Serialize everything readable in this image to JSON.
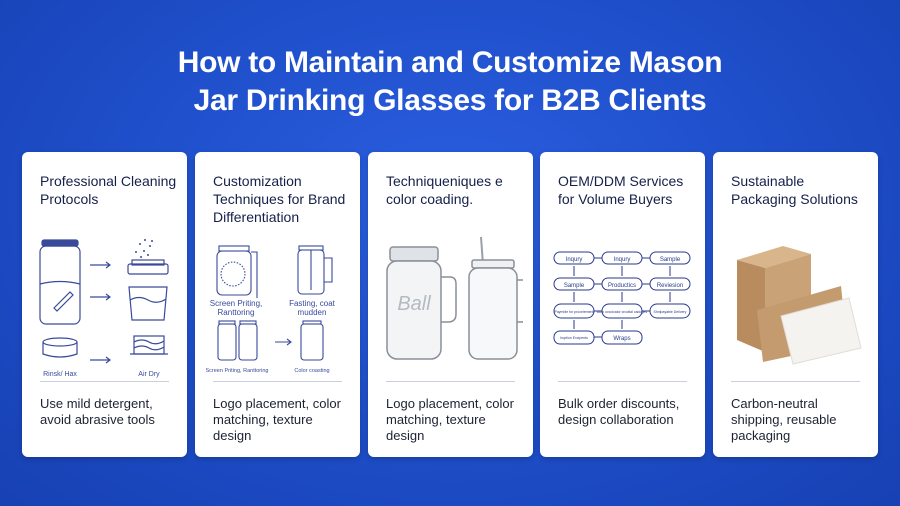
{
  "title": {
    "line1": "How to Maintain and Customize Mason",
    "line2": "Jar Drinking Glasses for B2B Clients"
  },
  "cards": [
    {
      "heading": "Professional Cleaning Protocols",
      "description": "Use mild detergent, avoid abrasive tools",
      "labels": [
        "Rinsk/ Hax",
        "Air Dry"
      ]
    },
    {
      "heading": "Customization Techniques for Brand Differentiation",
      "description": "Logo placement, color matching, texture design",
      "labels": [
        "Screen Priting, Ranttoring",
        "Fasting, coat mudden",
        "Screen Priting, Ranttoring",
        "Color coasting"
      ]
    },
    {
      "heading": "Techniqueniques e color coading.",
      "description": "Logo placement, color matching, texture design",
      "labels": [
        "Ball"
      ]
    },
    {
      "heading": "OEM/DDM Services for Volume Buyers",
      "description": "Bulk order discounts, design collaboration",
      "labels": [
        "Inqury",
        "Inqury",
        "Sample",
        "Sample",
        "Productics",
        "Reviesion",
        "Paymble for procelement",
        "Auto ovccicalor crootlal cadoges",
        "Shnipayable Delivery",
        "Inqrtion Excipents",
        "Wraps"
      ]
    },
    {
      "heading": "Sustainable Packaging Solutions",
      "description": "Carbon-neutral shipping, reusable packaging",
      "labels": []
    }
  ],
  "colors": {
    "background": "#1f4fc9",
    "card": "#ffffff",
    "line_art": "#3a4a9a",
    "cardboard": "#c8a27a"
  }
}
